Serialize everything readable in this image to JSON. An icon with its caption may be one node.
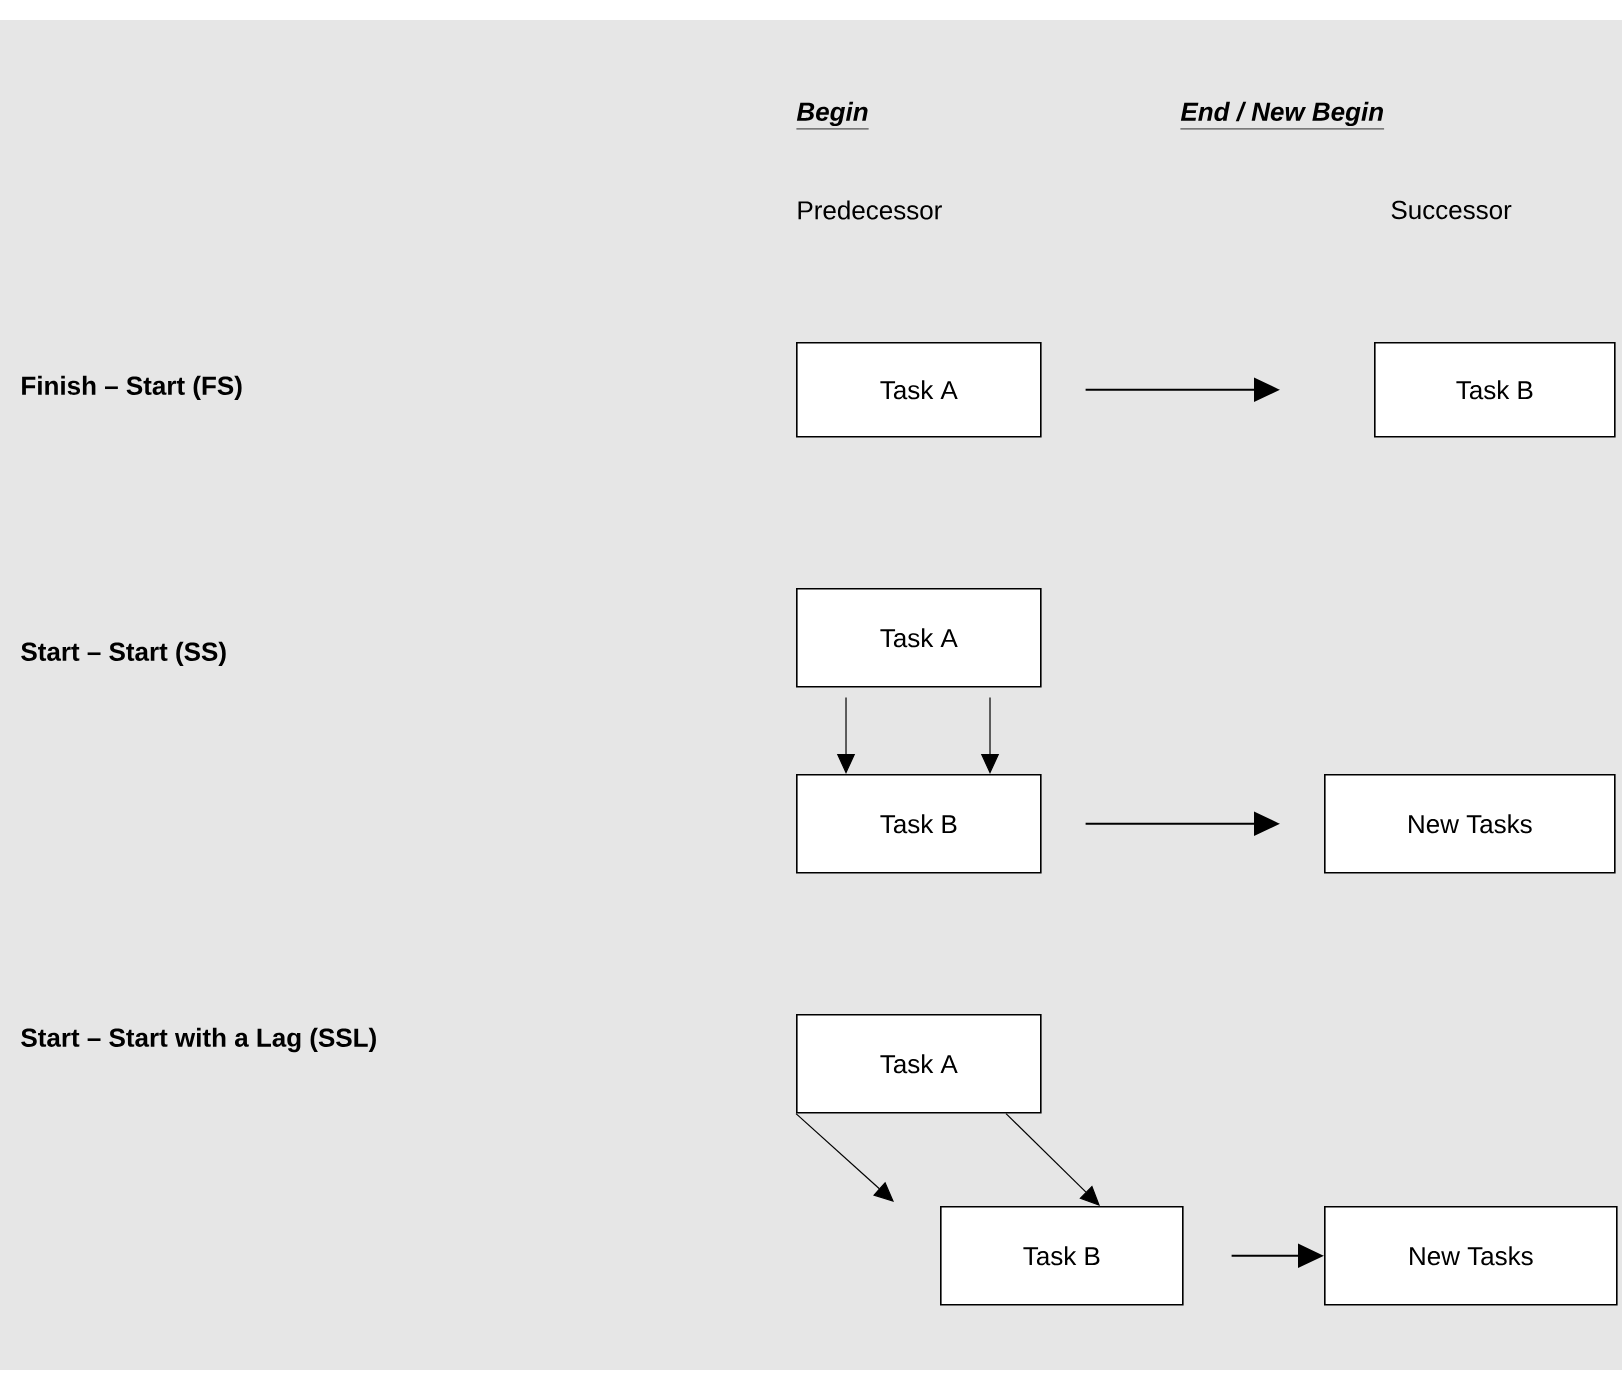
{
  "diagram": {
    "nodes": [
      {
        "text": [
          "Task A"
        ]
      },
      {
        "text": [
          "Task B"
        ]
      },
      {
        "text": [
          "Task A"
        ]
      },
      {
        "text": [
          "Task B"
        ]
      },
      {
        "text": [
          "New Tasks"
        ]
      },
      {
        "text": [
          "Task A"
        ]
      },
      {
        "text": [
          "Task B"
        ]
      },
      {
        "text": [
          "New Tasks"
        ]
      }
    ],
    "edges": [
      {
        "from": 0,
        "to": 1,
        "arrow": "to"
      },
      {
        "from": 2,
        "to": 3,
        "arrow": "to"
      },
      {
        "from": 2,
        "to": 3,
        "arrow": "to"
      },
      {
        "from": 3,
        "to": 4,
        "arrow": "to"
      },
      {
        "from": 5,
        "to": null,
        "arrow": "to"
      },
      {
        "from": 5,
        "to": 6,
        "arrow": "to"
      },
      {
        "from": 6,
        "to": 7,
        "arrow": "to"
      }
    ],
    "labels": [
      "Begin",
      "End / New Begin",
      "Predecessor",
      "Successor",
      "Finish – Start (FS)",
      "Start – Start (SS)",
      "Start – Start with a Lag (SSL)"
    ]
  }
}
